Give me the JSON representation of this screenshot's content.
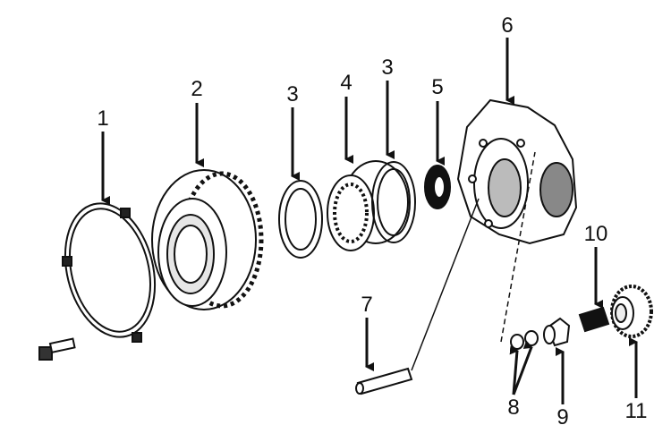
{
  "diagram": {
    "labels": {
      "l1": "1",
      "l2": "2",
      "l3a": "3",
      "l4": "4",
      "l3b": "3",
      "l5": "5",
      "l6": "6",
      "l7": "7",
      "l8": "8",
      "l9": "9",
      "l10": "10",
      "l11": "11"
    }
  }
}
